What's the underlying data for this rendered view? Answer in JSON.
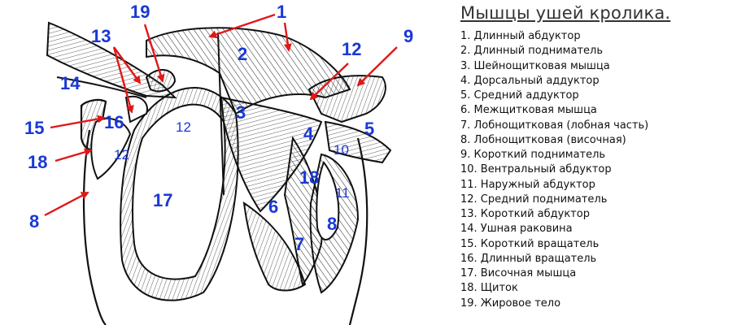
{
  "title": "Мышцы ушей кролика.",
  "legend": [
    "1. Длинный абдуктор",
    "2. Длинный подниматель",
    "3. Шейнощитковая мышца",
    "4. Дорсальный аддуктор",
    "5. Средний аддуктор",
    "6. Межщитковая мышца",
    "7. Лобнощитковая (лобная часть)",
    "8. Лобнощитковая (височная)",
    "9. Короткий подниматель",
    "10. Вентральный абдуктор",
    "11. Наружный абдуктор",
    "12. Средний подниматель",
    "13. Короткий абдуктор",
    "14. Ушная раковина",
    "15. Короткий вращатель",
    "16. Длинный вращатель",
    "17. Височная мышца",
    "18.  Щиток",
    "19. Жировое тело"
  ],
  "figure_labels": [
    "1",
    "2",
    "3",
    "4",
    "5",
    "6",
    "7",
    "8",
    "9",
    "10",
    "11",
    "12",
    "12",
    "12",
    "13",
    "14",
    "15",
    "16",
    "17",
    "18",
    "18",
    "19",
    "8"
  ],
  "colors": {
    "label": "#1a38d6",
    "arrow": "#e01818",
    "ink": "#111111"
  }
}
